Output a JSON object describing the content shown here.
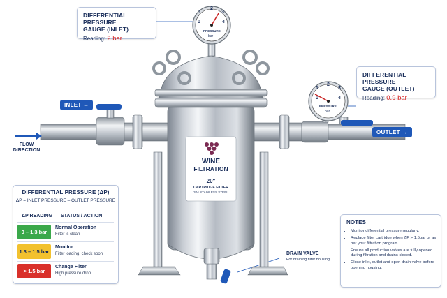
{
  "gauge_inlet": {
    "title_line1": "DIFFERENTIAL PRESSURE",
    "title_line2": "GAUGE (INLET)",
    "reading_label": "Reading:",
    "reading_value": "2 bar",
    "dial_ticks": [
      "0",
      "1",
      "2",
      "3",
      "4"
    ],
    "dial_caption": "PRESSURE",
    "dial_unit": "bar"
  },
  "gauge_outlet": {
    "title_line1": "DIFFERENTIAL PRESSURE",
    "title_line2": "GAUGE (OUTLET)",
    "reading_label": "Reading:",
    "reading_value": "0.9 bar",
    "dial_ticks": [
      "0",
      "1",
      "2",
      "3",
      "4"
    ],
    "dial_caption": "PRESSURE",
    "dial_unit": "bar"
  },
  "inlet_tag": "INLET →",
  "outlet_tag": "OUTLET →",
  "flow_direction": {
    "line1": "FLOW",
    "line2": "DIRECTION"
  },
  "housing": {
    "brand_line1": "WINE",
    "brand_line2": "FILTRATION",
    "size": "20\"",
    "type": "CARTRIDGE FILTER",
    "material": "304 STAINLESS STEEL"
  },
  "drain_valve": {
    "title": "DRAIN VALVE",
    "subtitle": "For draining filter housing"
  },
  "dp_panel": {
    "title": "DIFFERENTIAL PRESSURE (ΔP)",
    "formula": "ΔP = INLET PRESSURE – OUTLET PRESSURE",
    "col1": "ΔP  READING",
    "col2": "STATUS / ACTION",
    "rows": [
      {
        "range": "0 – 1.3 bar",
        "status": "Normal Operation",
        "action": "Filter is clean",
        "color": "#3aa84a",
        "text_color": "#ffffff"
      },
      {
        "range": "1.3 – 1.5 bar",
        "status": "Monitor",
        "action": "Filter loading, check soon",
        "color": "#f2c12e",
        "text_color": "#1a2e5a"
      },
      {
        "range": "> 1.5 bar",
        "status": "Change Filter",
        "action": "High pressure drop",
        "color": "#d9302a",
        "text_color": "#ffffff"
      }
    ]
  },
  "notes": {
    "title": "NOTES",
    "items": [
      "Monitor differential pressure regularly.",
      "Replace filter cartridge when ΔP > 1.5bar or as per your filtration program.",
      "Ensure all production valves are fully opened during filtration and drains closed.",
      "Close inlet, outlet and open drain valve before opening housing."
    ]
  },
  "colors": {
    "navy": "#1a2e5a",
    "valve_blue": "#1f58b8",
    "reading_red": "#d62020"
  }
}
